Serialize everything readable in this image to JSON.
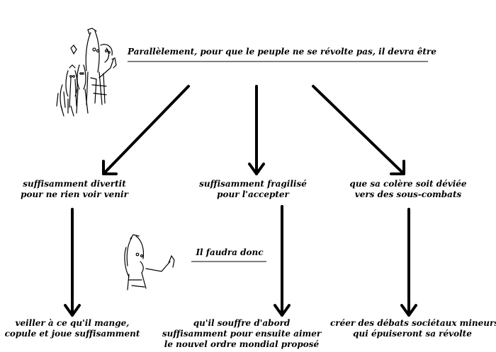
{
  "diagram": {
    "top_statement": "Parallèlement, pour que le peuple ne se révolte pas, il devra être",
    "branches": [
      {
        "condition": [
          "suffisamment divertit",
          "pour ne rien voir venir"
        ],
        "action": [
          "veiller à ce qu'il mange,",
          "copule et joue suffisamment"
        ]
      },
      {
        "condition": [
          "suffisamment fragilisé",
          "pour l'accepter"
        ],
        "action": [
          "qu'il souffre d'abord",
          "suffisamment  pour ensuite aimer",
          "le nouvel ordre mondial proposé"
        ]
      },
      {
        "condition": [
          "que sa colère soit déviée",
          "vers des sous-combats"
        ],
        "action": [
          "créer des débats sociétaux mineurs",
          "qui épuiseront sa révolte"
        ]
      }
    ],
    "middle_statement": "Il faudra donc",
    "icons": [
      "crowd-sketch-icon",
      "speaker-sketch-icon"
    ]
  }
}
